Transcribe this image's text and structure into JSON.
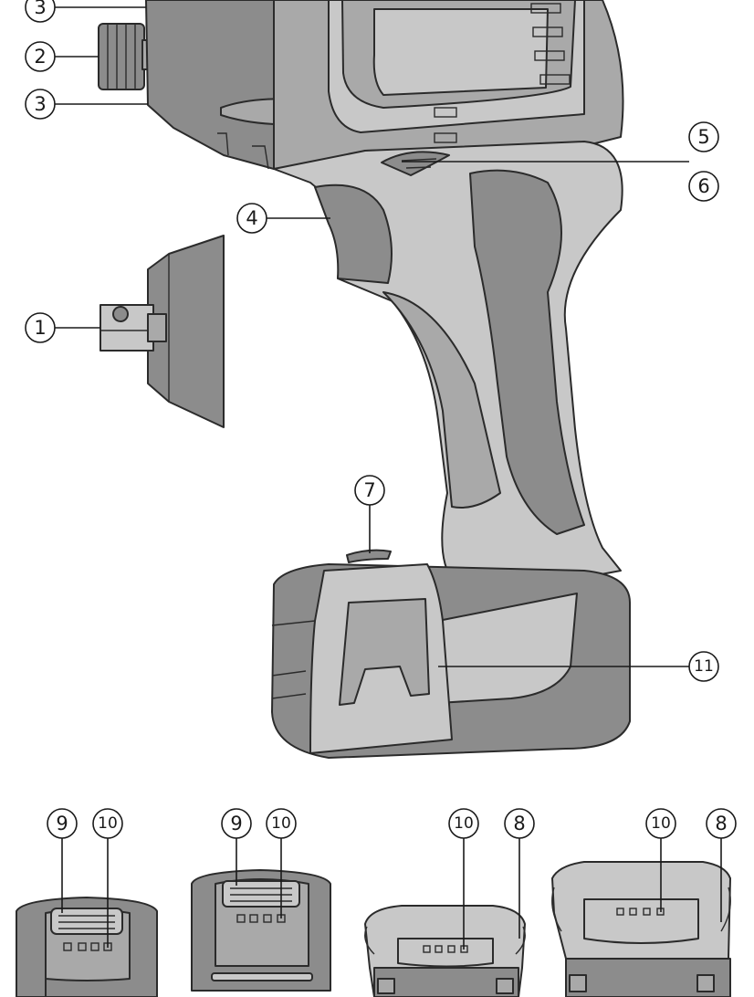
{
  "colors": {
    "dark_gray": "#8c8c8c",
    "mid_gray": "#a9a9a9",
    "light_gray": "#c8c8c8",
    "outline": "#2b2b2b",
    "background": "#ffffff"
  },
  "callouts": {
    "c1": "1",
    "c2": "2",
    "c3a": "3",
    "c3b": "3",
    "c4": "4",
    "c5": "5",
    "c6": "6",
    "c7": "7",
    "c8a": "8",
    "c8b": "8",
    "c9a": "9",
    "c9b": "9",
    "c10a": "10",
    "c10b": "10",
    "c10c": "10",
    "c10d": "10",
    "c11": "11"
  }
}
